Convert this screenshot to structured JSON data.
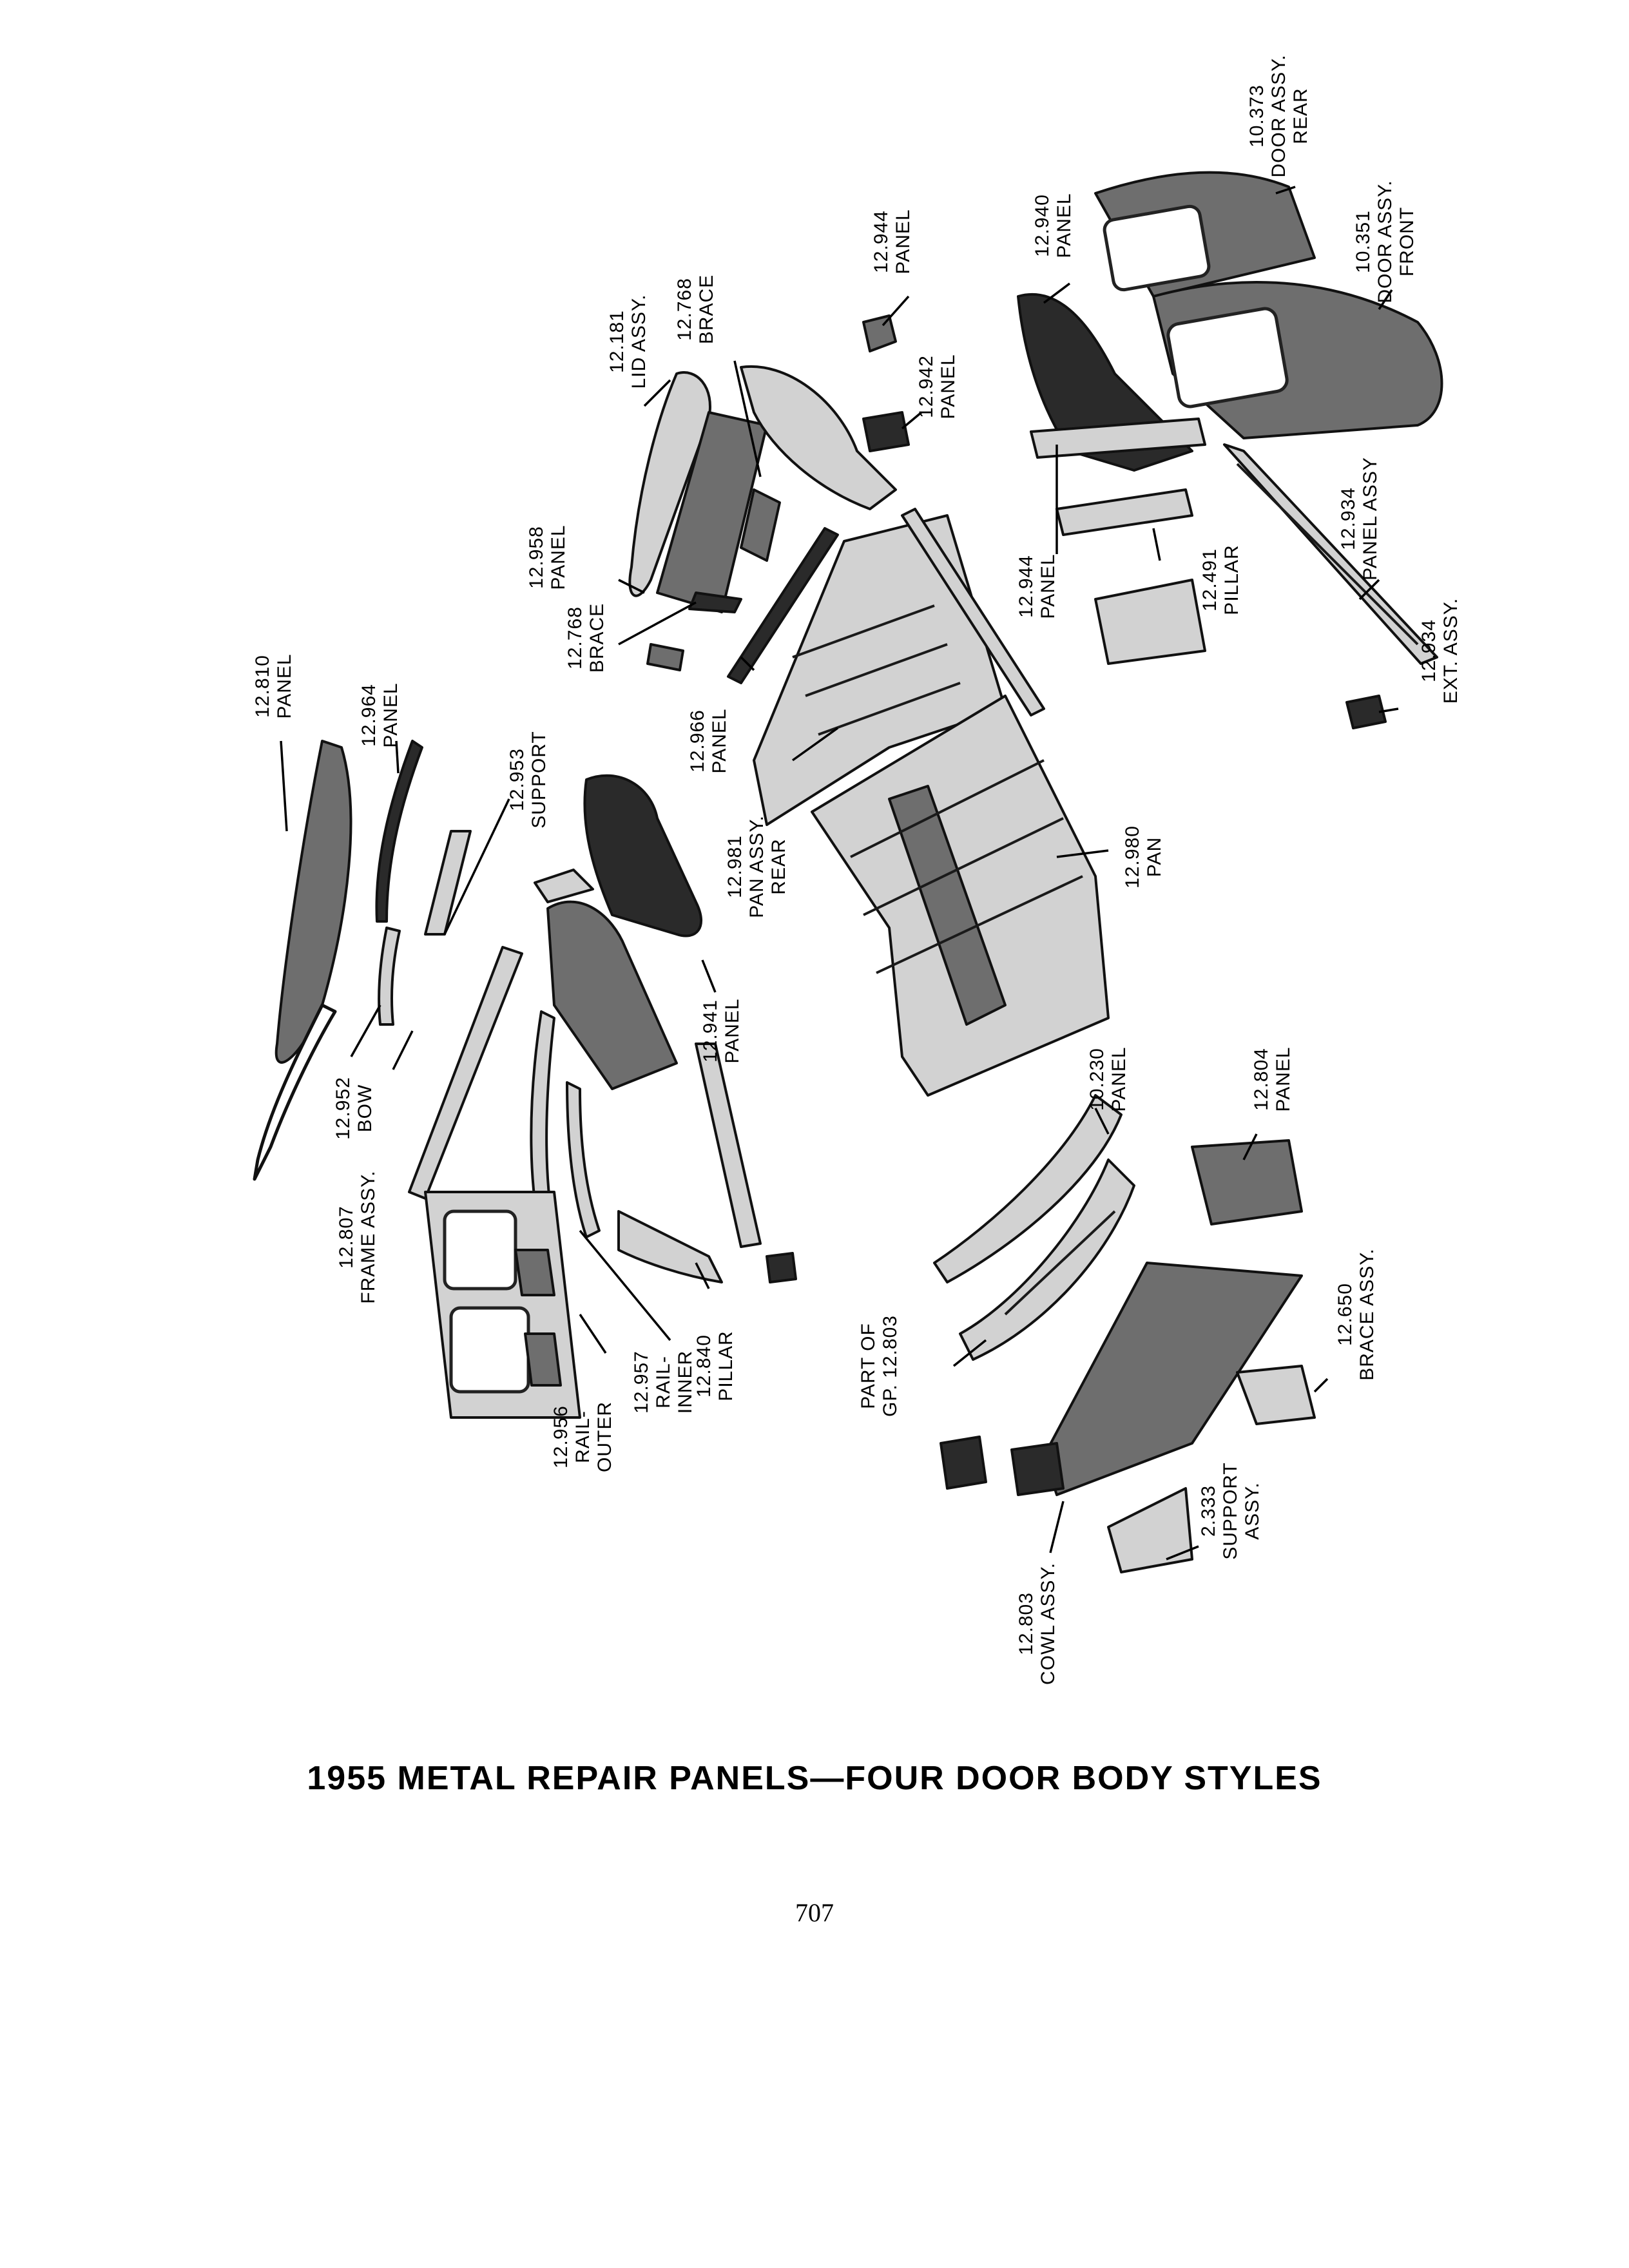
{
  "caption": "1955 METAL REPAIR PANELS—FOUR DOOR BODY STYLES",
  "page_number": "707",
  "callouts": [
    {
      "id": "12-810-panel",
      "lines": [
        "12.810",
        "PANEL"
      ]
    },
    {
      "id": "12-964-panel",
      "lines": [
        "12.964",
        "PANEL"
      ]
    },
    {
      "id": "12-953-support",
      "lines": [
        "12.953",
        "SUPPORT"
      ]
    },
    {
      "id": "12-952-bow",
      "lines": [
        "12.952",
        "BOW"
      ]
    },
    {
      "id": "12-807-frame-assy",
      "lines": [
        "12.807",
        "FRAME ASSY."
      ]
    },
    {
      "id": "12-956-rail-outer",
      "lines": [
        "12.956",
        "RAIL-",
        "OUTER"
      ]
    },
    {
      "id": "12-957-rail-inner",
      "lines": [
        "12.957",
        "RAIL-",
        "INNER"
      ]
    },
    {
      "id": "12-840-pillar",
      "lines": [
        "12.840",
        "PILLAR"
      ]
    },
    {
      "id": "12-941-panel",
      "lines": [
        "12.941",
        "PANEL"
      ]
    },
    {
      "id": "12-181-lid-assy",
      "lines": [
        "12.181",
        "LID ASSY."
      ]
    },
    {
      "id": "12-768-brace-top",
      "lines": [
        "12.768",
        "BRACE"
      ]
    },
    {
      "id": "12-958-panel",
      "lines": [
        "12.958",
        "PANEL"
      ]
    },
    {
      "id": "12-768-brace-left",
      "lines": [
        "12.768",
        "BRACE"
      ]
    },
    {
      "id": "12-966-panel",
      "lines": [
        "12.966",
        "PANEL"
      ]
    },
    {
      "id": "12-981-pan-assy-rear",
      "lines": [
        "12.981",
        "PAN ASSY.",
        "REAR"
      ]
    },
    {
      "id": "12-944-panel-top",
      "lines": [
        "12.944",
        "PANEL"
      ]
    },
    {
      "id": "12-942-panel",
      "lines": [
        "12.942",
        "PANEL"
      ]
    },
    {
      "id": "12-980-pan",
      "lines": [
        "12.980",
        "PAN"
      ]
    },
    {
      "id": "12-940-panel",
      "lines": [
        "12.940",
        "PANEL"
      ]
    },
    {
      "id": "10-373-door-assy-rear",
      "lines": [
        "10.373",
        "DOOR ASSY.",
        "REAR"
      ]
    },
    {
      "id": "10-351-door-assy-front",
      "lines": [
        "10.351",
        "DOOR ASSY.",
        "FRONT"
      ]
    },
    {
      "id": "12-934-panel-assy",
      "lines": [
        "12.934",
        "PANEL ASSY"
      ]
    },
    {
      "id": "12-944-panel-mid",
      "lines": [
        "12.944",
        "PANEL"
      ]
    },
    {
      "id": "12-491-pillar",
      "lines": [
        "12.491",
        "PILLAR"
      ]
    },
    {
      "id": "12-934-ext-assy",
      "lines": [
        "12.934",
        "EXT. ASSY."
      ]
    },
    {
      "id": "10-230-panel",
      "lines": [
        "10.230",
        "PANEL"
      ]
    },
    {
      "id": "12-804-panel",
      "lines": [
        "12.804",
        "PANEL"
      ]
    },
    {
      "id": "part-of-gp-12-803",
      "lines": [
        "PART OF",
        "GP. 12.803"
      ]
    },
    {
      "id": "12-650-brace-assy",
      "lines": [
        "12.650",
        "BRACE ASSY."
      ]
    },
    {
      "id": "2-333-support-assy",
      "lines": [
        "2.333",
        "SUPPORT",
        "ASSY."
      ]
    },
    {
      "id": "12-803-cowl-assy",
      "lines": [
        "12.803",
        "COWL ASSY."
      ]
    }
  ]
}
